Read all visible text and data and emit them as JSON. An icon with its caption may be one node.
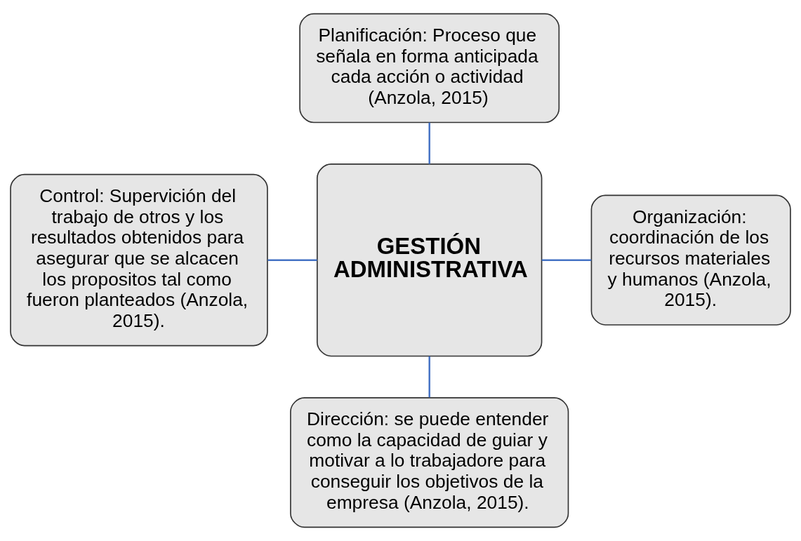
{
  "diagram": {
    "nodes": [
      {
        "text": [
          "Planificación: Proceso que señala en forma anticipada cada acción o actividad (Anzola, 2015)"
        ]
      },
      {
        "text": [
          "Control: Supervición del trabajo de otros y los resultados obtenidos para asegurar que se alcacen los propositos tal como fueron planteados (Anzola, 2015)."
        ]
      },
      {
        "text": [
          "GESTIÓN ADMINISTRATIVA"
        ]
      },
      {
        "text": [
          "Organización: coordinación de los recursos materiales y humanos (Anzola, 2015)."
        ]
      },
      {
        "text": [
          "Dirección: se puede entender como la capacidad de guiar y motivar a lo trabajadore para conseguir los objetivos de la empresa (Anzola, 2015)."
        ]
      }
    ],
    "edges": [
      {
        "from": 0,
        "to": 2,
        "arrow": "none"
      },
      {
        "from": 1,
        "to": 2,
        "arrow": "none"
      },
      {
        "from": 2,
        "to": 3,
        "arrow": "none"
      },
      {
        "from": 2,
        "to": 4,
        "arrow": "none"
      }
    ]
  }
}
